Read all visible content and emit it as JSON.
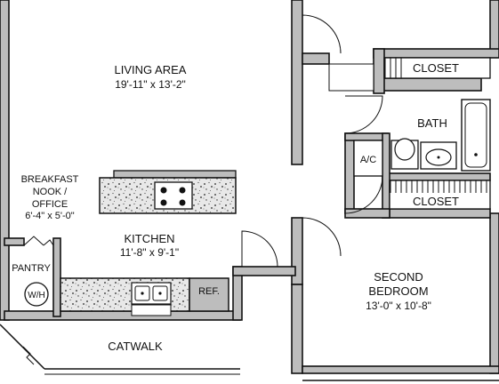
{
  "rooms": {
    "living_area": {
      "name": "LIVING AREA",
      "dims": "19'-11\" x 13'-2\""
    },
    "breakfast_nook": {
      "line1": "BREAKFAST",
      "line2": "NOOK /",
      "line3": "OFFICE",
      "dims": "6'-4\" x 5'-0\""
    },
    "kitchen": {
      "name": "KITCHEN",
      "dims": "11'-8\" x 9'-1\""
    },
    "pantry": {
      "name": "PANTRY"
    },
    "water_heater": {
      "label": "W/H"
    },
    "refrigerator": {
      "label": "REF."
    },
    "catwalk": {
      "name": "CATWALK"
    },
    "closet_top": {
      "name": "CLOSET"
    },
    "closet_bottom": {
      "name": "CLOSET"
    },
    "bath": {
      "name": "BATH"
    },
    "ac": {
      "label": "A/C"
    },
    "second_bedroom": {
      "line1": "SECOND",
      "line2": "BEDROOM",
      "dims": "13'-0\" x 10'-8\""
    }
  },
  "colors": {
    "wall_fill": "#bdbdbd",
    "counter_fill": "#e6e6e6",
    "line": "#111111"
  }
}
